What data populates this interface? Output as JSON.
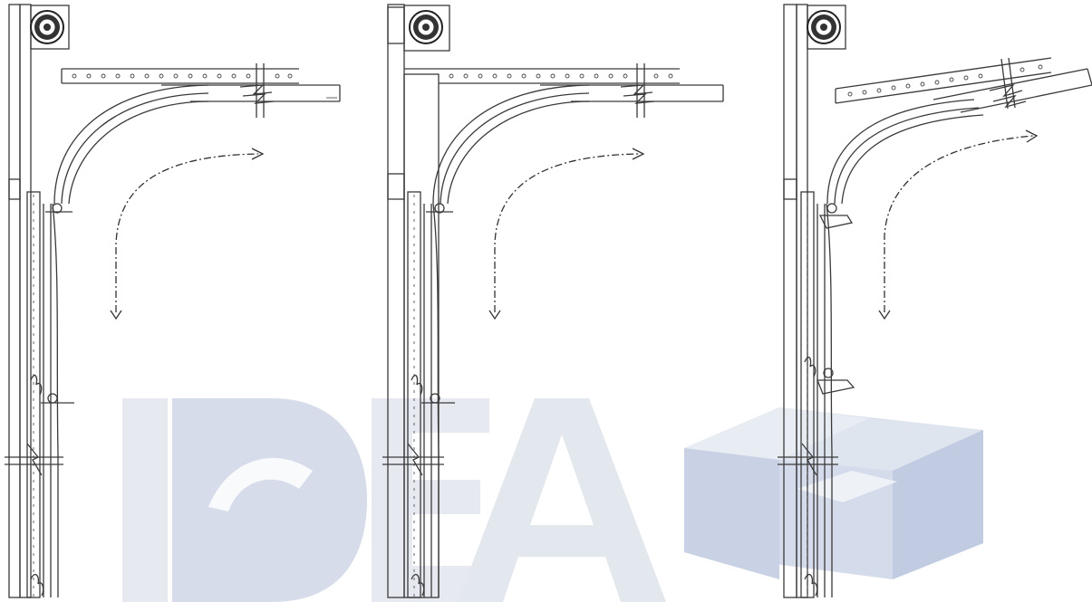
{
  "watermark": {
    "text": "IDEA",
    "colors": {
      "light": "#e3e6ee",
      "mid": "#d3d9e8",
      "dark": "#c4cde3"
    }
  },
  "panels": [
    {
      "id": "standard-lift",
      "track": "horizontal",
      "bracket": "roller"
    },
    {
      "id": "standard-lift-extended-frame",
      "track": "horizontal",
      "bracket": "roller"
    },
    {
      "id": "inclined-lift",
      "track": "inclined",
      "bracket": "hinge"
    }
  ]
}
